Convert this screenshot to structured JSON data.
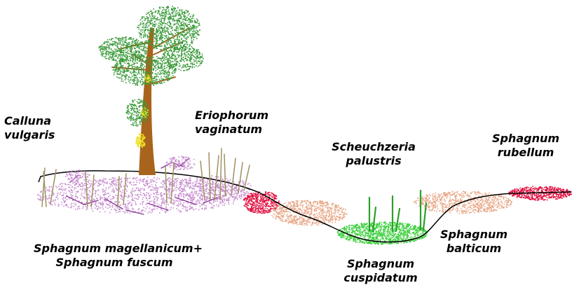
{
  "labels": {
    "calluna": {
      "line1": "Calluna",
      "line2": "vulgaris"
    },
    "eriophorum": {
      "line1": "Eriophorum",
      "line2": "vaginatum"
    },
    "scheuchzeria": {
      "line1": "Scheuchzeria",
      "line2": "palustris"
    },
    "rubellum": {
      "line1": "Sphagnum",
      "line2": "rubellum"
    },
    "magellanicum": {
      "line1": "Sphagnum magellanicum+",
      "line2": "Sphagnum fuscum"
    },
    "cuspidatum": {
      "line1": "Sphagnum",
      "line2": "cuspidatum"
    },
    "balticum": {
      "line1": "Sphagnum",
      "line2": "balticum"
    }
  },
  "colors": {
    "ground_line": "#000000",
    "tree_foliage": "#3a9a3a",
    "tree_trunk": "#a8641c",
    "tree_trunk_highlight": "#f0e020",
    "sedge": "#a09060",
    "calluna_purple": "#c890d0",
    "calluna_dark": "#8a3a9a",
    "rubellum_red": "#e01040",
    "balticum_salmon": "#e8a888",
    "cuspidatum_green": "#40d040",
    "scheuchzeria_green": "#2aa02a"
  },
  "icons": [
    "pine-tree-icon",
    "sedge-tuft-icon",
    "heather-shrub-icon",
    "moss-carpet-icon"
  ]
}
